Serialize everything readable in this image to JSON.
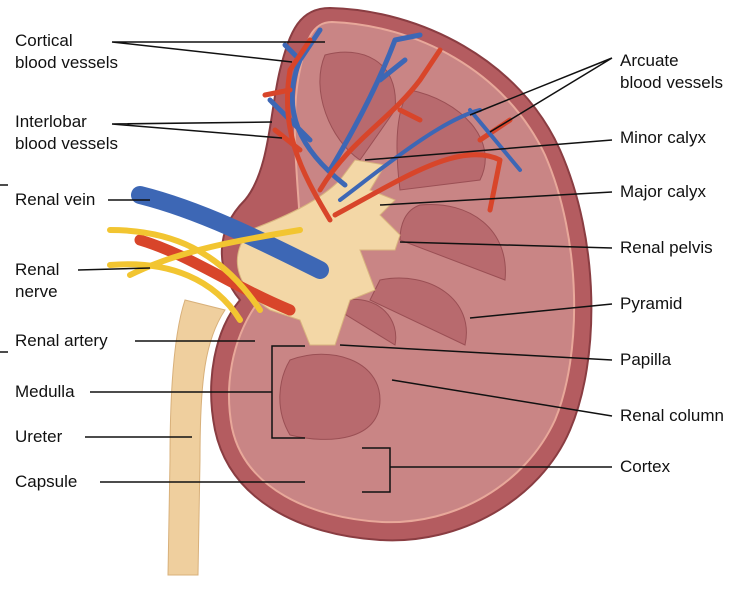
{
  "title": "Kidney anatomy",
  "labels_left": {
    "cortical_blood_vessels": [
      "Cortical",
      "blood vessels"
    ],
    "interlobar_blood_vessels": [
      "Interlobar",
      "blood vessels"
    ],
    "renal_vein": "Renal vein",
    "renal_nerve": [
      "Renal",
      "nerve"
    ],
    "renal_artery": "Renal artery",
    "medulla": "Medulla",
    "ureter": "Ureter",
    "capsule": "Capsule"
  },
  "labels_right": {
    "arcuate_blood_vessels": [
      "Arcuate",
      "blood vessels"
    ],
    "minor_calyx": "Minor calyx",
    "major_calyx": "Major calyx",
    "renal_pelvis": "Renal pelvis",
    "pyramid": "Pyramid",
    "papilla": "Papilla",
    "renal_column": "Renal column",
    "cortex": "Cortex"
  },
  "colors": {
    "capsule": "#b45c60",
    "cortex": "#c98585",
    "medulla": "#b86a6e",
    "pelvis": "#f3d7a6",
    "artery": "#d8452a",
    "vein": "#3d67b5",
    "nerve": "#f2c531",
    "ureter": "#efcf9e"
  }
}
